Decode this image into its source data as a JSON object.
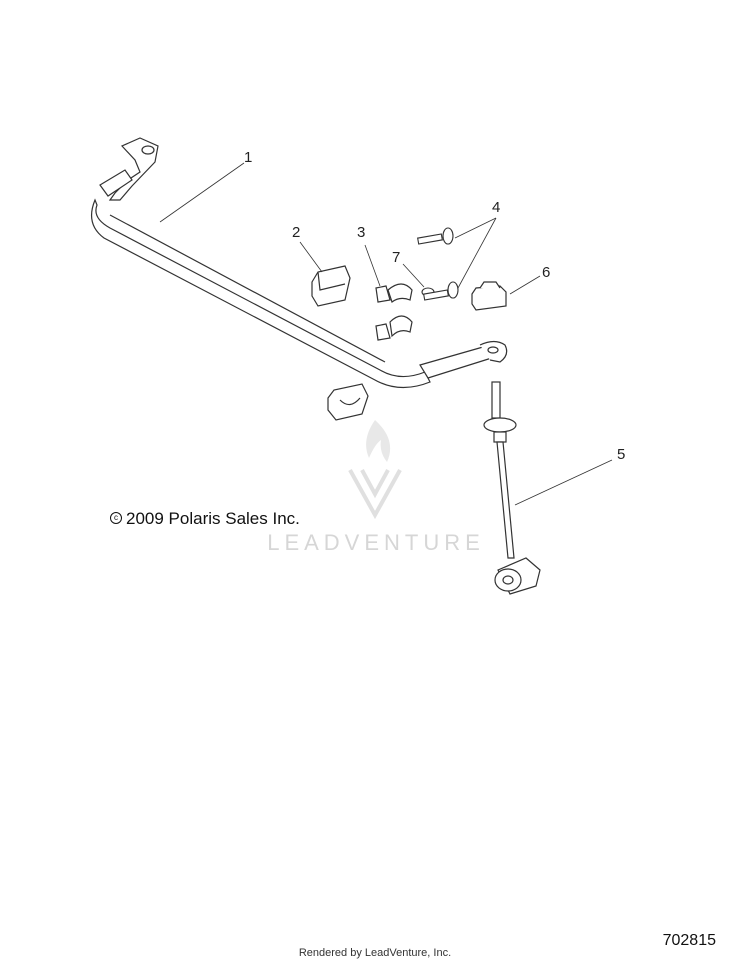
{
  "callouts": {
    "c1": "1",
    "c2": "2",
    "c3": "3",
    "c4": "4",
    "c5": "5",
    "c6": "6",
    "c7": "7"
  },
  "copyright": "2009 Polaris Sales Inc.",
  "watermark": "LEADVENTURE",
  "figure_number": "702815",
  "render_credit": "Rendered by LeadVenture, Inc.",
  "colors": {
    "line": "#333333",
    "watermark": "#d6d6d6"
  }
}
